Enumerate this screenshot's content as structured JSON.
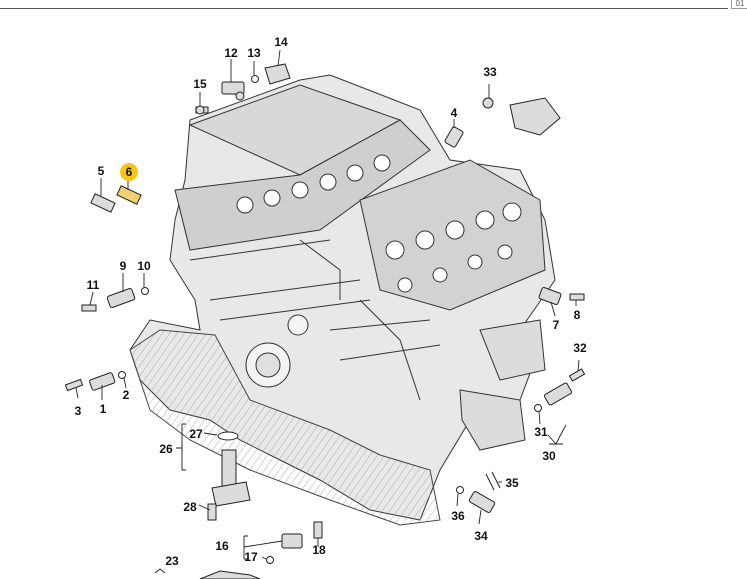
{
  "toolbar": {
    "corner_text": "01"
  },
  "diagram": {
    "highlight_color": "#f5c518",
    "line_color": "#222222",
    "callouts": {
      "c1": "1",
      "c2": "2",
      "c3": "3",
      "c4": "4",
      "c5": "5",
      "c6": "6",
      "c7": "7",
      "c8": "8",
      "c9": "9",
      "c10": "10",
      "c11": "11",
      "c12": "12",
      "c13": "13",
      "c14": "14",
      "c15": "15",
      "c16": "16",
      "c17": "17",
      "c18": "18",
      "c23": "23",
      "c26": "26",
      "c27": "27",
      "c28": "28",
      "c30": "30",
      "c31": "31",
      "c32": "32",
      "c33": "33",
      "c34": "34",
      "c35": "35",
      "c36": "36"
    },
    "selected_callout": "6"
  }
}
